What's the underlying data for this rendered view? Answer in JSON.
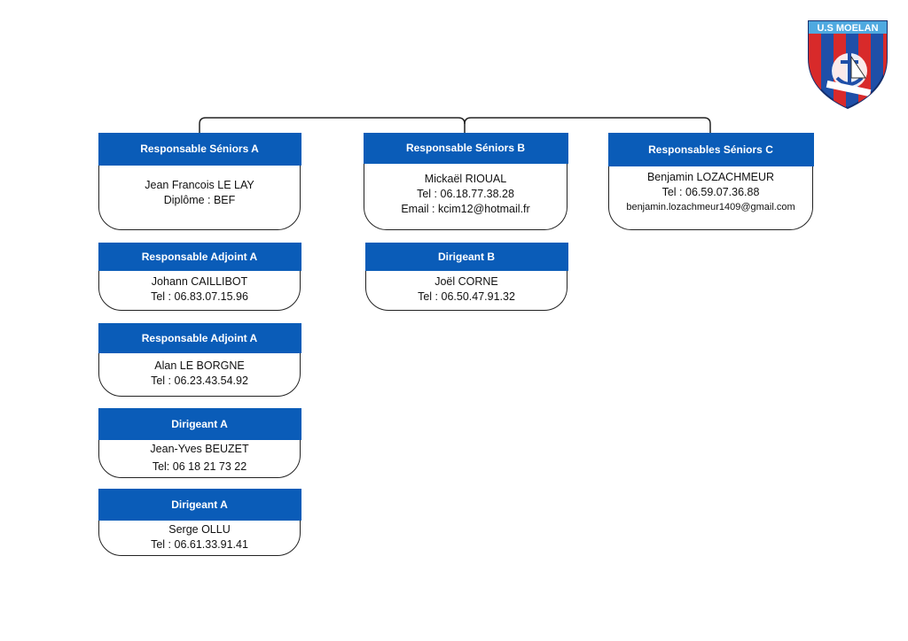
{
  "logo": {
    "text": "U.S MOELAN",
    "colors": {
      "blue": "#1f4fa8",
      "red": "#d82a2a",
      "sky": "#4fa9e0"
    }
  },
  "colors": {
    "header": "#0a5cb8",
    "border": "#222222"
  },
  "cards": {
    "seniors_a": {
      "title": "Responsable Séniors A",
      "lines": [
        "Jean Francois LE LAY",
        "Diplôme : BEF"
      ]
    },
    "seniors_b": {
      "title": "Responsable Séniors B",
      "lines": [
        "Mickaël RIOUAL",
        "Tel : 06.18.77.38.28",
        "Email : kcim12@hotmail.fr"
      ]
    },
    "seniors_c": {
      "title": "Responsables Séniors C",
      "lines": [
        "Benjamin LOZACHMEUR",
        "Tel : 06.59.07.36.88",
        "benjamin.lozachmeur1409@gmail.com"
      ]
    },
    "adjoint_a_1": {
      "title": "Responsable Adjoint A",
      "lines": [
        "Johann CAILLIBOT",
        "Tel : 06.83.07.15.96"
      ]
    },
    "dirigeant_b": {
      "title": "Dirigeant B",
      "lines": [
        "Joël CORNE",
        "Tel : 06.50.47.91.32"
      ]
    },
    "adjoint_a_2": {
      "title": "Responsable Adjoint A",
      "lines": [
        "Alan LE BORGNE",
        "Tel : 06.23.43.54.92"
      ]
    },
    "dirigeant_a_1": {
      "title": "Dirigeant A",
      "lines": [
        "Jean-Yves BEUZET",
        "Tel: 06 18 21 73 22"
      ]
    },
    "dirigeant_a_2": {
      "title": "Dirigeant A",
      "lines": [
        "Serge OLLU",
        "Tel : 06.61.33.91.41"
      ]
    }
  }
}
